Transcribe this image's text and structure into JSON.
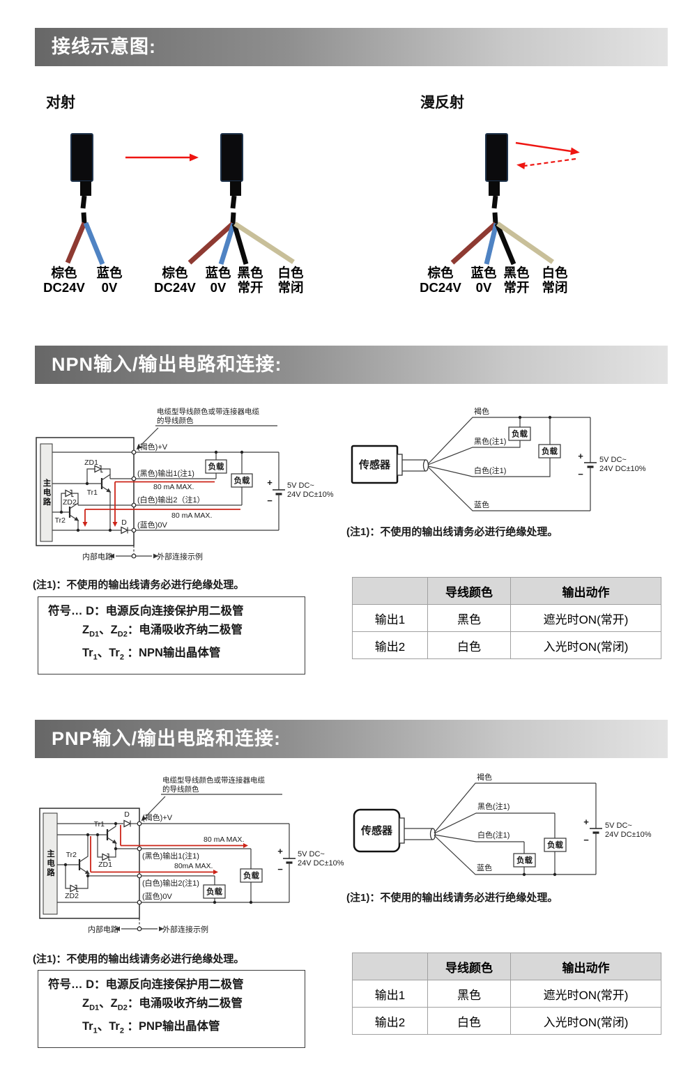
{
  "colors": {
    "header_gradient_left": "#676767",
    "header_gradient_right": "#e3e3e3",
    "wire_brown": "#8e3a32",
    "wire_blue": "#4f83c3",
    "wire_black": "#0a0a0a",
    "wire_white": "#c8bf99",
    "beam_arrow_red": "#ee1511",
    "circuit_red": "#cc2418",
    "table_header_bg": "#d8d8d8",
    "table_border": "#a0a0a0"
  },
  "sections": {
    "wiring_title": "接线示意图:",
    "npn_title": "NPN输入/输出电路和连接:",
    "pnp_title": "PNP输入/输出电路和连接:"
  },
  "beam": {
    "through": "对射",
    "diffuse": "漫反射",
    "brown_name": "棕色",
    "brown_func": "DC24V",
    "blue_name": "蓝色",
    "blue_func": "0V",
    "black_name": "黑色",
    "black_func": "常开",
    "white_name": "白色",
    "white_func": "常闭"
  },
  "shared": {
    "cable_note1": "电缆型导线颜色或带连接器电缆",
    "cable_note2": "的导线颜色",
    "main_circuit": "主电路",
    "load": "负载",
    "plus": "+",
    "minus": "−",
    "supply1": "5V DC~",
    "supply2": "24V DC±10%",
    "internal": "内部电路",
    "external": "外部连接示例",
    "wire_v": "(褐色)+V",
    "wire_out1": "(黑色)输出1(注1)",
    "wire_0v": "(蓝色)0V",
    "d": "D",
    "zd1": "ZD1",
    "zd2": "ZD2",
    "tr1": "Tr1",
    "tr2": "Tr2",
    "sensor": "传感器",
    "conn_brown": "褐色",
    "conn_black": "黑色(注1)",
    "conn_white": "白色(注1)",
    "conn_blue": "蓝色",
    "note": "(注1)：不使用的输出线请务必进行绝缘处理。"
  },
  "npn": {
    "wire_out2": "(白色)输出2（注1）",
    "current1": "80 mA MAX.",
    "current2": "80 mA MAX.",
    "legend": {
      "l1a": "符号… D：",
      "l1b": "电源反向连接保护用二极管",
      "l2a": "Z",
      "l2a_sub": "D1",
      "l2b": "、Z",
      "l2b_sub": "D2",
      "l2c": "：电涌吸收齐纳二极管",
      "l3a": "Tr",
      "l3a_sub": "1",
      "l3b": "、Tr",
      "l3b_sub": "2",
      "l3c": " ：NPN输出晶体管"
    },
    "table": {
      "col_color": "导线颜色",
      "col_action": "输出动作",
      "rows": [
        {
          "label": "输出1",
          "color": "黑色",
          "action": "遮光时ON(常开)"
        },
        {
          "label": "输出2",
          "color": "白色",
          "action": "入光时ON(常闭)"
        }
      ]
    }
  },
  "pnp": {
    "wire_out2": "(白色)输出2(注1)",
    "current1": "80 mA MAX.",
    "current2": "80mA MAX.",
    "legend": {
      "l1a": "符号… D：",
      "l1b": "电源反向连接保护用二极管",
      "l2a": "Z",
      "l2a_sub": "D1",
      "l2b": "、Z",
      "l2b_sub": "D2",
      "l2c": "：电涌吸收齐纳二极管",
      "l3a": "Tr",
      "l3a_sub": "1",
      "l3b": "、Tr",
      "l3b_sub": "2",
      "l3c": " ：PNP输出晶体管"
    },
    "table": {
      "col_color": "导线颜色",
      "col_action": "输出动作",
      "rows": [
        {
          "label": "输出1",
          "color": "黑色",
          "action": "遮光时ON(常开)"
        },
        {
          "label": "输出2",
          "color": "白色",
          "action": "入光时ON(常闭)"
        }
      ]
    }
  }
}
